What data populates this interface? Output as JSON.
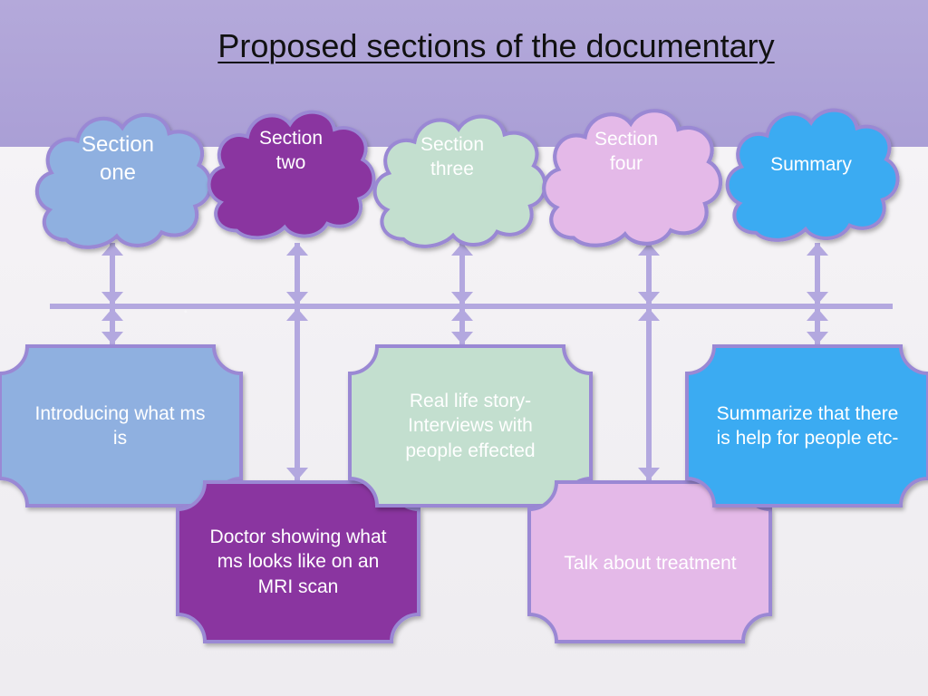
{
  "title": "Proposed sections of the documentary",
  "clouds": [
    {
      "id": "section-one",
      "label": "Section\none",
      "color": "#8fb0e0"
    },
    {
      "id": "section-two",
      "label": "Section\ntwo",
      "color": "#8a35a0"
    },
    {
      "id": "section-three",
      "label": "Section\nthree",
      "color": "#c3dfcf"
    },
    {
      "id": "section-four",
      "label": "Section\nfour",
      "color": "#e4b9e8"
    },
    {
      "id": "summary",
      "label": "Summary",
      "color": "#3aabf2"
    }
  ],
  "boxes": [
    {
      "id": "box-section-one",
      "label": "Introducing what ms is",
      "color": "#8fb0e0"
    },
    {
      "id": "box-section-two",
      "label": "Doctor showing what ms looks like on an MRI scan",
      "color": "#8a35a0"
    },
    {
      "id": "box-section-three",
      "label": "Real life story- Interviews with people effected",
      "color": "#c3dfcf"
    },
    {
      "id": "box-section-four",
      "label": "Talk about treatment",
      "color": "#e4b9e8"
    },
    {
      "id": "box-summary",
      "label": "Summarize that there is help for people etc-",
      "color": "#3aabf2"
    }
  ],
  "colors": {
    "connector": "#b3a8df",
    "outline": "#9a88d4",
    "band": "#aa9fd6"
  }
}
